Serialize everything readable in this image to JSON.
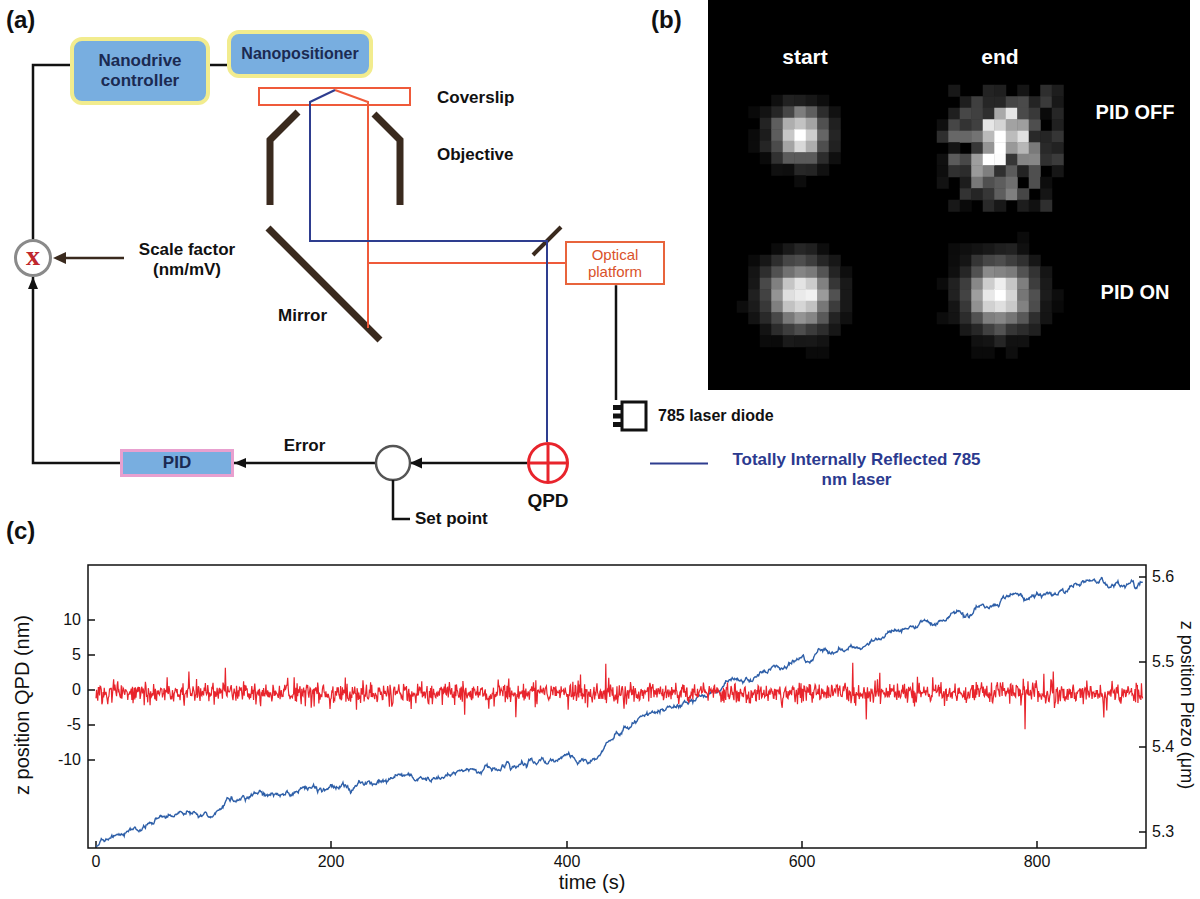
{
  "diagram": {
    "nodes": [
      {
        "text": [
          "Nanodrive controller"
        ]
      },
      {
        "text": [
          "Nanopositioner"
        ]
      },
      {
        "text": [
          "x"
        ]
      },
      {
        "text": [
          "PID"
        ]
      },
      {
        "text": [
          "QPD"
        ]
      },
      {
        "text": [
          "Optical platform"
        ]
      },
      {
        "text": [
          "785 laser diode"
        ]
      }
    ],
    "edges": [
      {
        "from": 0,
        "to": 1,
        "arrow": "none"
      },
      {
        "from": 2,
        "to": 0,
        "arrow": "none"
      },
      {
        "from": 3,
        "to": 2,
        "arrow": "to"
      },
      {
        "from": 4,
        "to": 3,
        "arrow": "to",
        "label": "Error"
      },
      {
        "from": 5,
        "to": 6,
        "arrow": "none"
      }
    ],
    "labels": [
      "(a)",
      "Coverslip",
      "Objective",
      "Mirror",
      "Scale factor (nm/mV)",
      "Set point",
      "(b)",
      "start",
      "end",
      "PID OFF",
      "PID ON",
      "(c)",
      "10",
      "5",
      "0",
      "-5",
      "-10",
      "5.3",
      "5.4",
      "5.5",
      "5.6",
      "0",
      "200",
      "400",
      "600",
      "800",
      "time (s)",
      "z position QPD (nm)",
      "z position Piezo (μm)"
    ],
    "legend": [
      {
        "text": "Totally Internally Reflected 785 nm laser"
      }
    ]
  }
}
